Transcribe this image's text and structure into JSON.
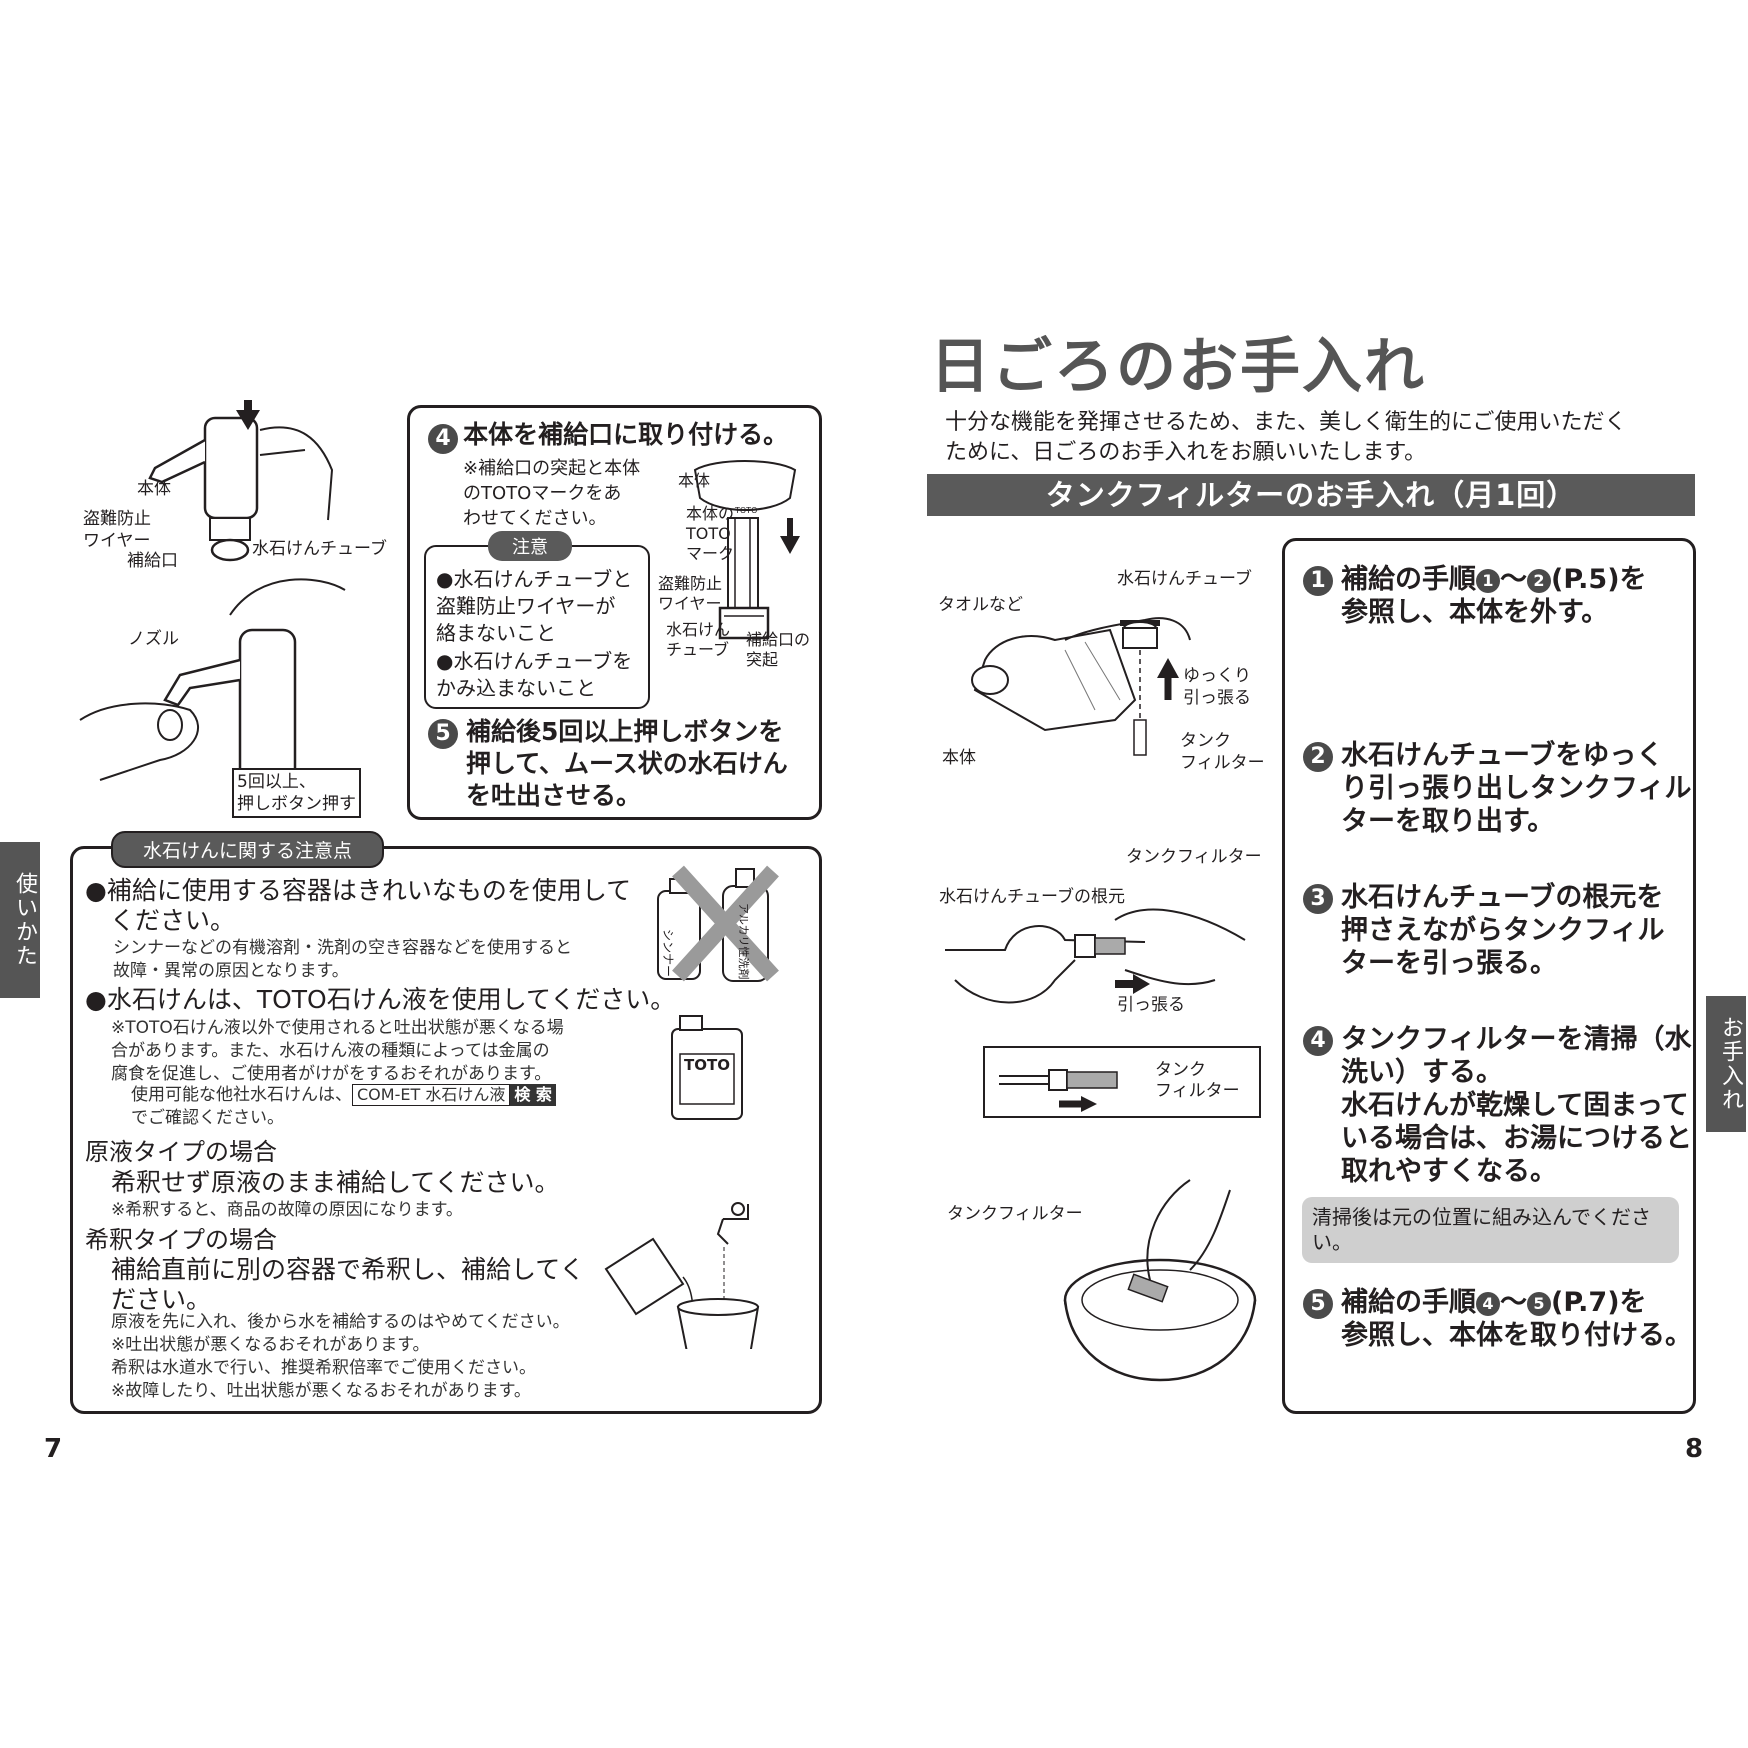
{
  "left": {
    "fig1": {
      "hontai": "本体",
      "wire": "盗難防止\nワイヤー",
      "hokyu": "補給口",
      "tube": "水石けんチューブ",
      "nozzle": "ノズル",
      "push": "5回以上、\n押しボタン押す"
    },
    "step4": {
      "title": "本体を補給口に取り付ける。",
      "note": "※補給口の突起と本体\nのTOTOマークをあ\nわせてください。",
      "caution_title": "注意",
      "caution1": "●水石けんチューブと\n盗難防止ワイヤーが\n絡まないこと",
      "caution2": "●水石けんチューブを\nかみ込まないこと",
      "fig_hontai": "本体",
      "fig_mark": "本体の\nTOTO\nマーク",
      "fig_wire": "盗難防止\nワイヤー",
      "fig_tube": "水石けん\nチューブ",
      "fig_proj": "補給口の\n突起"
    },
    "step5": {
      "title": "補給後5回以上押しボタンを\n押して、ムース状の水石けん\nを吐出させる。"
    },
    "notes": {
      "header": "水石けんに関する注意点",
      "b1_title": "●補給に使用する容器はきれいなものを使用して\n　ください。",
      "b1_sub": "シンナーなどの有機溶剤・洗剤の空き容器などを使用すると\n故障・異常の原因となります。",
      "b2_title": "●水石けんは、TOTO石けん液を使用してください。",
      "b2_sub1": "※TOTO石けん液以外で使用されると吐出状態が悪くなる場\n合があります。また、水石けん液の種類によっては金属の\n腐食を促進し、ご使用者がけがをするおそれがあります。",
      "b2_sub2_pre": "使用可能な他社水石けんは、",
      "b2_kw": "COM-ET 水石けん液",
      "b2_search": "検 索",
      "b2_sub3": "でご確認ください。",
      "genshu_title": "原液タイプの場合",
      "genshu_body": "希釈せず原液のまま補給してください。",
      "genshu_note": "※希釈すると、商品の故障の原因になります。",
      "kishaku_title": "希釈タイプの場合",
      "kishaku_body": "補給直前に別の容器で希釈し、補給してく\nださい。",
      "kishaku_note": "原液を先に入れ、後から水を補給するのはやめてください。\n※吐出状態が悪くなるおそれがあります。\n希釈は水道水で行い、推奨希釈倍率でご使用ください。\n※故障したり、吐出状態が悪くなるおそれがあります。",
      "bottle1": "シンナー",
      "bottle2": "アルカリ性洗剤",
      "can": "TOTO"
    },
    "tab": "使いかた",
    "page": "7"
  },
  "right": {
    "title": "日ごろのお手入れ",
    "intro": "十分な機能を発揮させるため、また、美しく衛生的にご使用いただく\nために、日ごろのお手入れをお願いいたします。",
    "section": "タンクフィルターのお手入れ（月1回）",
    "fig1": {
      "tube": "水石けんチューブ",
      "towel": "タオルなど",
      "pull": "ゆっくり\n引っ張る",
      "filter": "タンク\nフィルター",
      "hontai": "本体"
    },
    "fig2": {
      "filter": "タンクフィルター",
      "root": "水石けんチューブの根元",
      "pull": "引っ張る",
      "inset_filter": "タンク\nフィルター"
    },
    "fig3": {
      "filter": "タンクフィルター"
    },
    "steps": {
      "s1_a": "補給の手順",
      "s1_b": "(P.5)を",
      "s1_c": "参照し、本体を外す。",
      "s2": "水石けんチューブをゆっく\nり引っ張り出しタンクフィル\nターを取り出す。",
      "s3": "水石けんチューブの根元を\n押さえながらタンクフィル\nターを引っ張る。",
      "s4": "タンクフィルターを清掃（水\n洗い）する。\n水石けんが乾燥して固まって\nいる場合は、お湯につけると\n取れやすくなる。",
      "s4_note": "清掃後は元の位置に組み込んでくださ\nい。",
      "s5_a": "補給の手順",
      "s5_b": "(P.7)を",
      "s5_c": "参照し、本体を取り付ける。"
    },
    "tab": "お手入れ",
    "page": "8"
  }
}
